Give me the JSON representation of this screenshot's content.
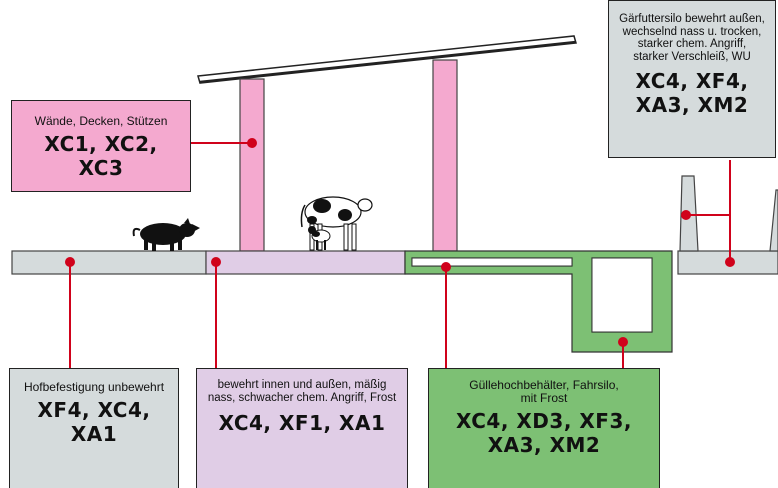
{
  "labels": {
    "walls": {
      "description": "Wände, Decken, Stützen",
      "classes": "XC1, XC2,\nXC3",
      "color": "#f4a9cf"
    },
    "silo": {
      "description": "Gärfuttersilo bewehrt außen,\nwechselnd nass u. trocken,\nstarker chem. Angriff,\nstarker Verschleiß, WU",
      "classes": "XC4, XF4,\nXA3, XM2",
      "color": "#d5dbdc"
    },
    "yard": {
      "description": "Hofbefestigung unbewehrt",
      "classes": "XF4, XC4,\nXA1",
      "color": "#d5dbdc"
    },
    "floor": {
      "description": "bewehrt innen und außen, mäßig\nnass, schwacher chem. Angriff, Frost",
      "classes": "XC4, XF1, XA1",
      "color": "#e0cde6"
    },
    "slurry": {
      "description": "Güllehochbehälter, Fahrsilo,\nmit Frost",
      "classes": "XC4, XD3, XF3,\nXA3, XM2",
      "color": "#7dc074"
    }
  },
  "colors": {
    "leader": "#d0021b",
    "slab_grey": "#d5dbdc",
    "slab_lilac": "#e0cde6",
    "column_pink": "#f4a9cf",
    "tank_green": "#7dc074",
    "outline": "#333333"
  }
}
